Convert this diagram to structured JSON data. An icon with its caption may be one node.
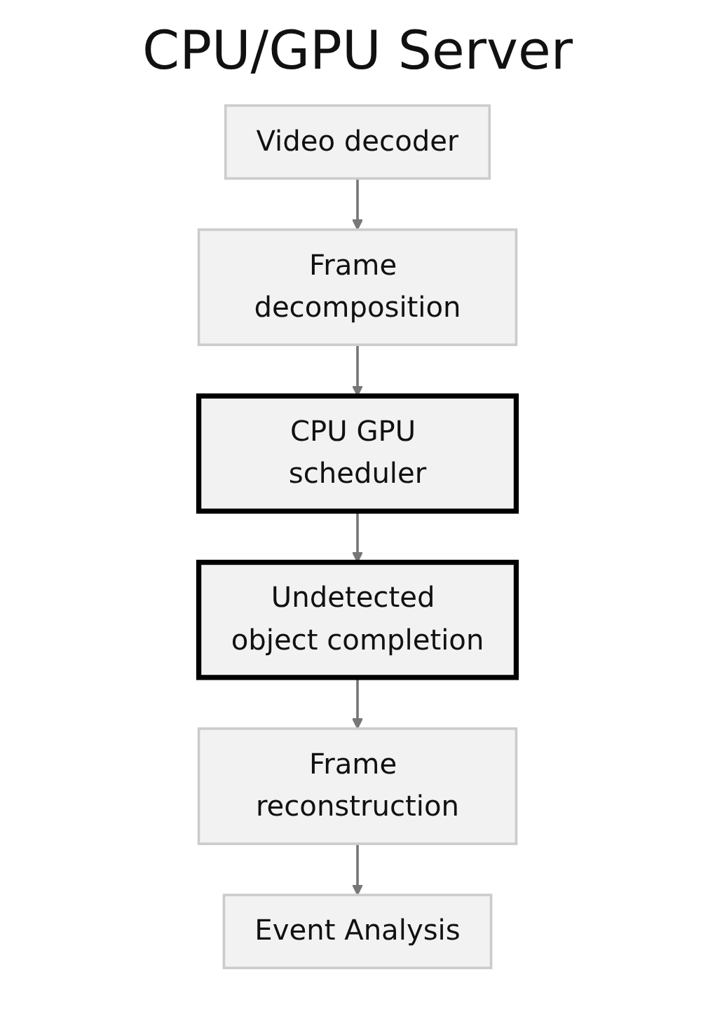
{
  "diagram": {
    "title": "CPU/GPU Server",
    "nodes": [
      {
        "text": [
          "Video decoder"
        ]
      },
      {
        "text": [
          "Frame decomposition"
        ]
      },
      {
        "text": [
          "CPU GPU scheduler"
        ]
      },
      {
        "text": [
          "Undetected object completion"
        ]
      },
      {
        "text": [
          "Frame reconstruction"
        ]
      },
      {
        "text": [
          "Event Analysis"
        ]
      }
    ],
    "edges": [
      {
        "from": 0,
        "to": 1,
        "arrow": "to"
      },
      {
        "from": 1,
        "to": 2,
        "arrow": "to"
      },
      {
        "from": 2,
        "to": 3,
        "arrow": "to"
      },
      {
        "from": 3,
        "to": 4,
        "arrow": "to"
      },
      {
        "from": 4,
        "to": 5,
        "arrow": "to"
      }
    ]
  }
}
